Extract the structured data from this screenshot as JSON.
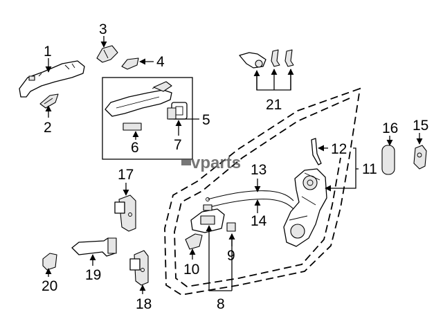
{
  "diagram": {
    "watermark": "vparts",
    "callouts": [
      {
        "id": "1",
        "label": "1"
      },
      {
        "id": "2",
        "label": "2"
      },
      {
        "id": "3",
        "label": "3"
      },
      {
        "id": "4",
        "label": "4"
      },
      {
        "id": "5",
        "label": "5"
      },
      {
        "id": "6",
        "label": "6"
      },
      {
        "id": "7",
        "label": "7"
      },
      {
        "id": "8",
        "label": "8"
      },
      {
        "id": "9",
        "label": "9"
      },
      {
        "id": "10",
        "label": "10"
      },
      {
        "id": "11",
        "label": "11"
      },
      {
        "id": "12",
        "label": "12"
      },
      {
        "id": "13",
        "label": "13"
      },
      {
        "id": "14",
        "label": "14"
      },
      {
        "id": "15",
        "label": "15"
      },
      {
        "id": "16",
        "label": "16"
      },
      {
        "id": "17",
        "label": "17"
      },
      {
        "id": "18",
        "label": "18"
      },
      {
        "id": "19",
        "label": "19"
      },
      {
        "id": "20",
        "label": "20"
      },
      {
        "id": "21",
        "label": "21"
      }
    ]
  }
}
